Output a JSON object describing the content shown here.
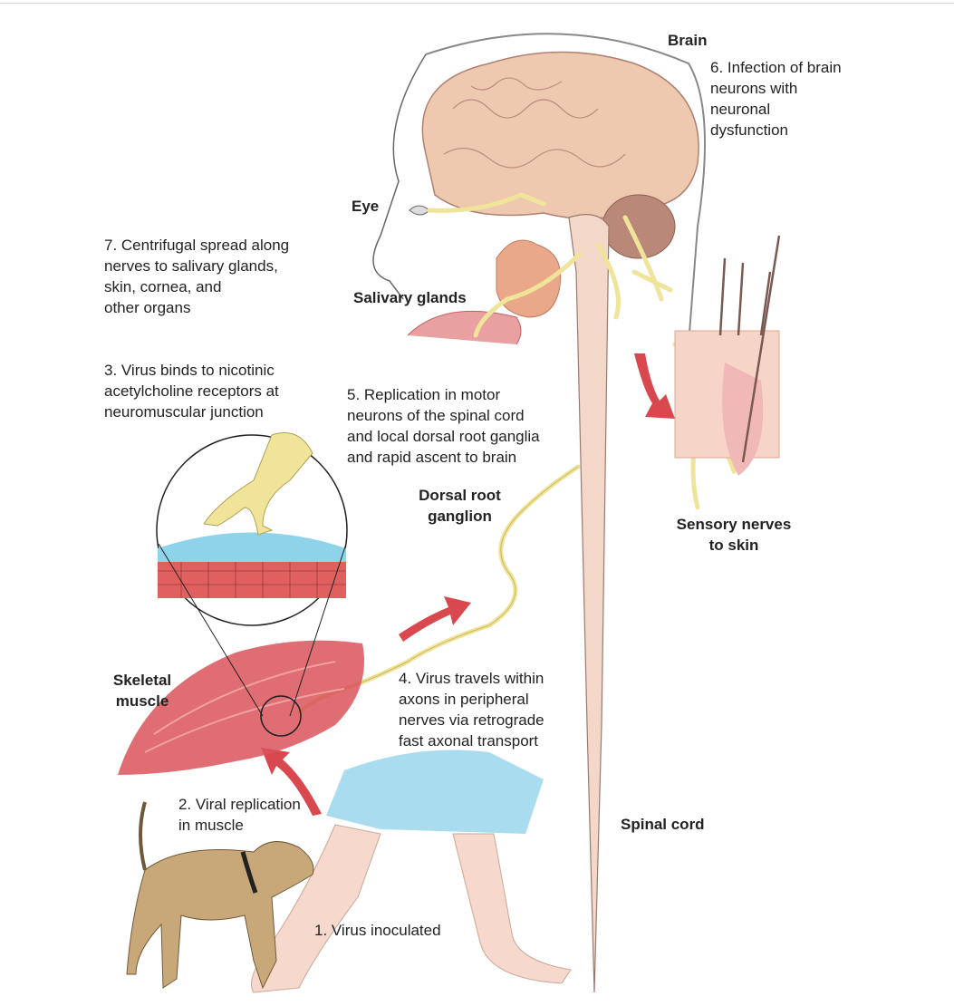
{
  "labels": {
    "brain": "Brain",
    "eye": "Eye",
    "salivary_glands": "Salivary glands",
    "dorsal_root_ganglion": "Dorsal root\nganglion",
    "sensory_nerves": "Sensory nerves\nto skin",
    "skeletal_muscle": "Skeletal\nmuscle",
    "spinal_cord": "Spinal cord"
  },
  "steps": {
    "s1": "1. Virus inoculated",
    "s2": "2. Viral replication\nin muscle",
    "s3": "3. Virus binds to nicotinic\nacetylcholine receptors at\nneuromuscular junction",
    "s4": "4. Virus travels within\naxons in peripheral\nnerves via retrograde\nfast axonal transport",
    "s5": "5. Replication in motor\nneurons of the spinal cord\nand local dorsal root ganglia\nand rapid ascent to brain",
    "s6": "6. Infection of brain\nneurons with\nneuronal\ndysfunction",
    "s7": "7. Centrifugal spread along\nnerves to salivary glands,\nskin, cornea, and\nother organs"
  },
  "colors": {
    "nerve": "#efe49a",
    "brain": "#eec9b0",
    "muscle": "#d9545a",
    "arrow": "#d9484e",
    "receptor": "#8fd3ea",
    "shorts": "#a9dcef",
    "dog": "#c8a878"
  }
}
